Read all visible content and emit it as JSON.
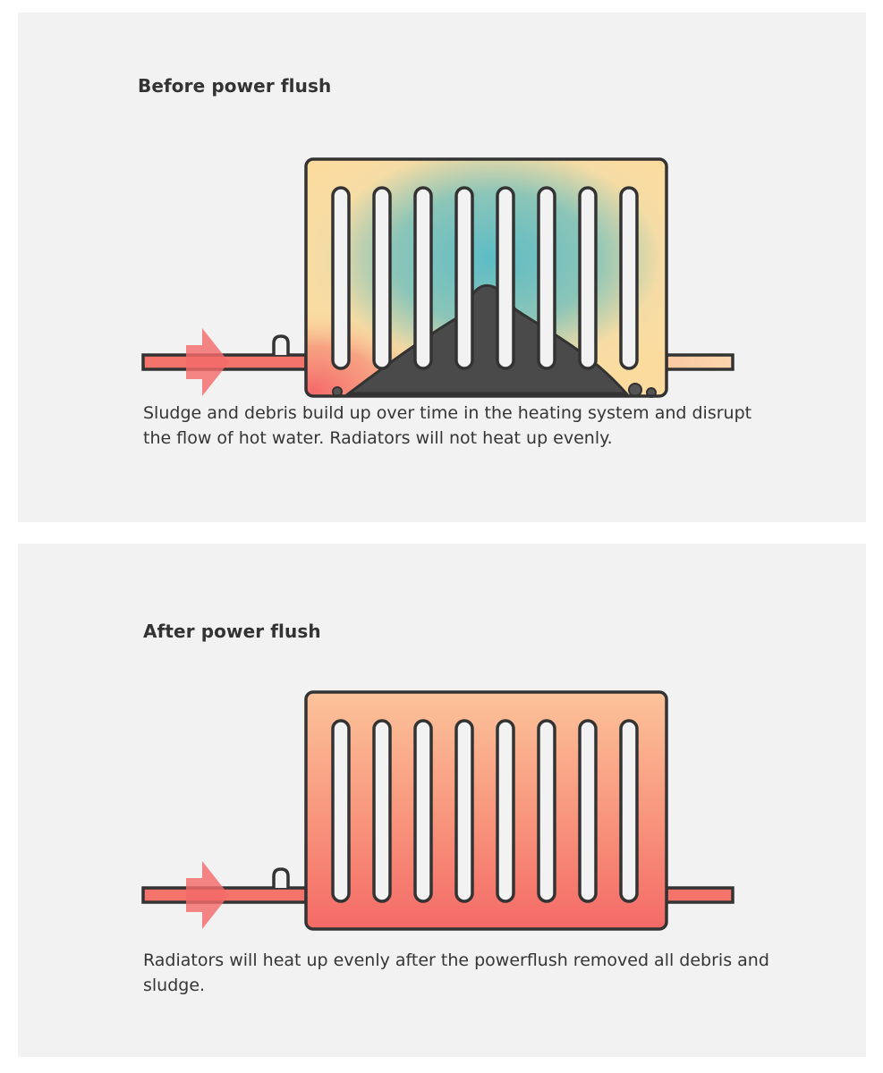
{
  "before": {
    "title": "Before power flush",
    "caption": "Sludge and debris build up over time in the heating system and disrupt the flow of hot water. Radiators will not heat up evenly."
  },
  "after": {
    "title": "After power flush",
    "caption": "Radiators will heat up evenly after the powerflush removed all debris and sludge."
  },
  "colors": {
    "panel_bg": "#f2f2f2",
    "outline": "#333333",
    "hot": "#f4736a",
    "warm": "#fcc59a",
    "cold": "#6cc0c6",
    "lukewarm": "#fbdf9f",
    "sludge": "#4a4a4a",
    "arrow": "#f46a6a"
  },
  "icons": {
    "flow_arrow": "flow-arrow-icon",
    "valve": "valve-icon"
  }
}
